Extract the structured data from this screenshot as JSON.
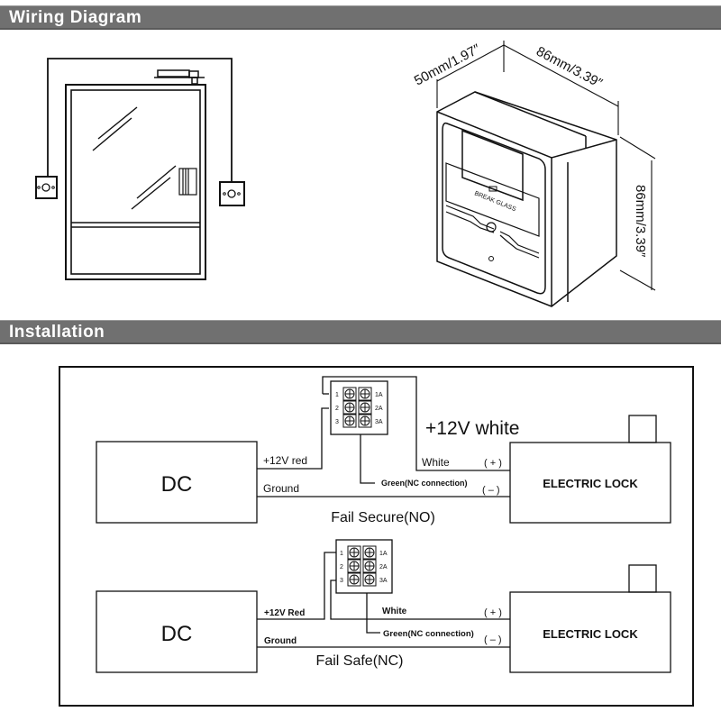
{
  "sections": {
    "wiring_title": "Wiring Diagram",
    "installation_title": "Installation"
  },
  "dimensions": {
    "depth": "50mm/1.97″",
    "width": "86mm/3.39″",
    "height": "86mm/3.39″",
    "device_label": "BREAK GLASS"
  },
  "fail_secure": {
    "title": "Fail Secure(NO)",
    "power_label": "DC",
    "lock_label": "ELECTRIC LOCK",
    "wire_red": "+12V red",
    "wire_ground": "Ground",
    "wire_white": "White",
    "wire_green": "Green(NC connection)",
    "plus": "( + )",
    "minus": "( – )",
    "annotation": "+12V white",
    "terminals_left": [
      "1",
      "2",
      "3"
    ],
    "terminals_right": [
      "1A",
      "2A",
      "3A"
    ]
  },
  "fail_safe": {
    "title": "Fail Safe(NC)",
    "power_label": "DC",
    "lock_label": "ELECTRIC LOCK",
    "wire_red": "+12V Red",
    "wire_ground": "Ground",
    "wire_white": "White",
    "wire_green": "Green(NC connection)",
    "plus": "( + )",
    "minus": "( – )",
    "terminals_left": [
      "1",
      "2",
      "3"
    ],
    "terminals_right": [
      "1A",
      "2A",
      "3A"
    ]
  }
}
